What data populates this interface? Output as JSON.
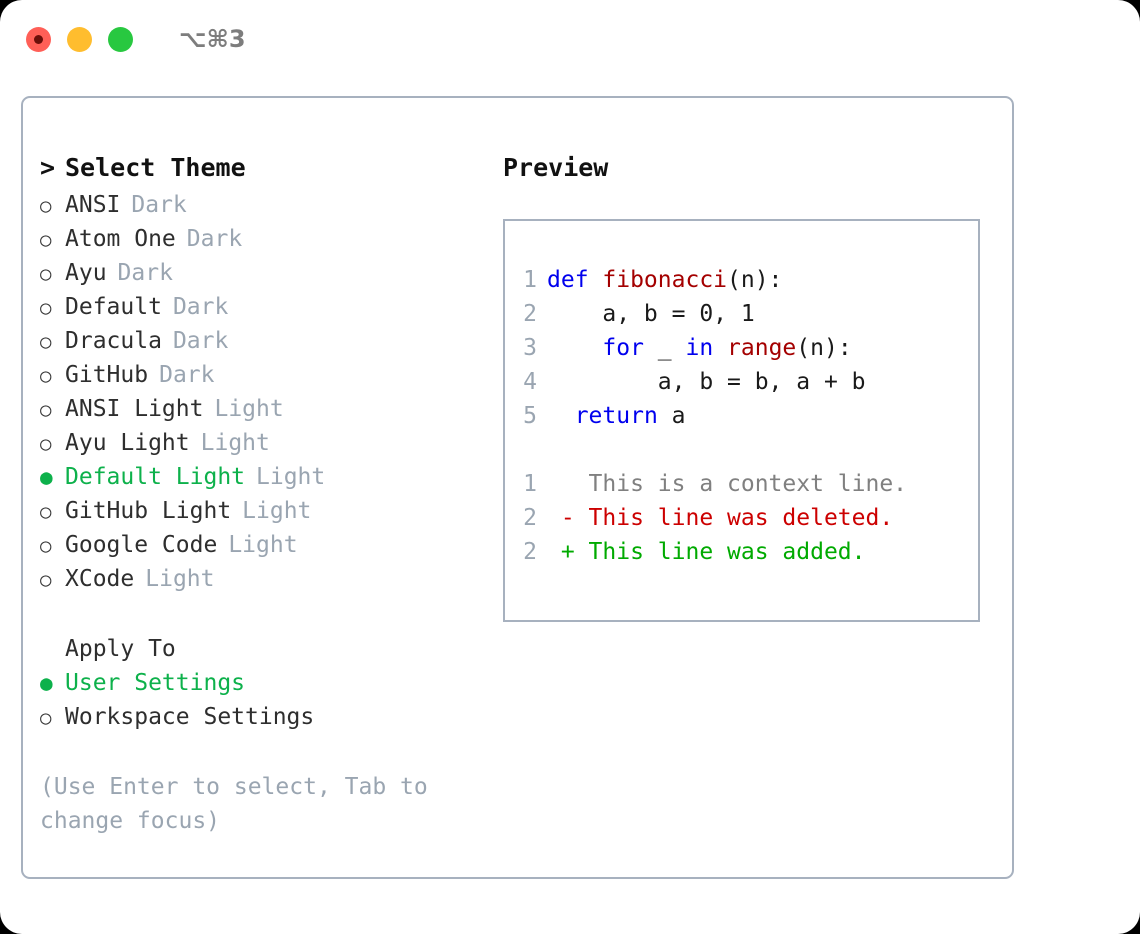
{
  "window": {
    "shortcut": "⌥⌘3",
    "controls": [
      {
        "name": "close",
        "color": "#ff5f57"
      },
      {
        "name": "minimize",
        "color": "#ffbd2e"
      },
      {
        "name": "maximize",
        "color": "#28c840"
      }
    ]
  },
  "theme_picker": {
    "header": {
      "chevron": ">",
      "title": "Select Theme"
    },
    "markers": {
      "selected": "●",
      "unselected": "○"
    },
    "items": [
      {
        "label": "ANSI",
        "tag": "Dark",
        "selected": false
      },
      {
        "label": "Atom One",
        "tag": "Dark",
        "selected": false
      },
      {
        "label": "Ayu",
        "tag": "Dark",
        "selected": false
      },
      {
        "label": "Default",
        "tag": "Dark",
        "selected": false
      },
      {
        "label": "Dracula",
        "tag": "Dark",
        "selected": false
      },
      {
        "label": "GitHub",
        "tag": "Dark",
        "selected": false
      },
      {
        "label": "ANSI Light",
        "tag": "Light",
        "selected": false
      },
      {
        "label": "Ayu Light",
        "tag": "Light",
        "selected": false
      },
      {
        "label": "Default Light",
        "tag": "Light",
        "selected": true
      },
      {
        "label": "GitHub Light",
        "tag": "Light",
        "selected": false
      },
      {
        "label": "Google Code",
        "tag": "Light",
        "selected": false
      },
      {
        "label": "XCode",
        "tag": "Light",
        "selected": false
      }
    ]
  },
  "apply_to": {
    "title": "Apply To",
    "options": [
      {
        "label": "User Settings",
        "selected": true
      },
      {
        "label": "Workspace Settings",
        "selected": false
      }
    ]
  },
  "hint": "(Use Enter to select, Tab to change focus)",
  "preview": {
    "title": "Preview",
    "code_lines": [
      {
        "num": "1",
        "tokens": [
          {
            "t": "def ",
            "k": "kw"
          },
          {
            "t": "fibonacci",
            "k": "fn"
          },
          {
            "t": "(n):",
            "k": "pl"
          }
        ]
      },
      {
        "num": "2",
        "tokens": [
          {
            "t": "    a, b = 0, 1",
            "k": "pl"
          }
        ]
      },
      {
        "num": "3",
        "tokens": [
          {
            "t": "    ",
            "k": "pl"
          },
          {
            "t": "for",
            "k": "kw"
          },
          {
            "t": " _ ",
            "k": "pl"
          },
          {
            "t": "in ",
            "k": "kw"
          },
          {
            "t": "range",
            "k": "fn"
          },
          {
            "t": "(n):",
            "k": "pl"
          }
        ]
      },
      {
        "num": "4",
        "tokens": [
          {
            "t": "        a, b = b, a + b",
            "k": "pl"
          }
        ]
      },
      {
        "num": "5",
        "tokens": [
          {
            "t": "  ",
            "k": "pl"
          },
          {
            "t": "return",
            "k": "kw"
          },
          {
            "t": " a",
            "k": "pl"
          }
        ]
      },
      {
        "num": "",
        "tokens": [
          {
            "t": " ",
            "k": "pl"
          }
        ]
      },
      {
        "num": "1",
        "tokens": [
          {
            "t": "   This is a context line.",
            "k": "ctx"
          }
        ]
      },
      {
        "num": "2",
        "tokens": [
          {
            "t": " - This line was deleted.",
            "k": "del"
          }
        ]
      },
      {
        "num": "2",
        "tokens": [
          {
            "t": " + This line was added.",
            "k": "add"
          }
        ]
      }
    ]
  },
  "colors": {
    "accent_green": "#0db14b",
    "muted": "#9aa5b1",
    "border": "#a7b1bf",
    "keyword": "#0000ee",
    "function": "#a40000",
    "diff_added": "#00aa00",
    "diff_deleted": "#cc0000",
    "diff_context": "#808080"
  }
}
